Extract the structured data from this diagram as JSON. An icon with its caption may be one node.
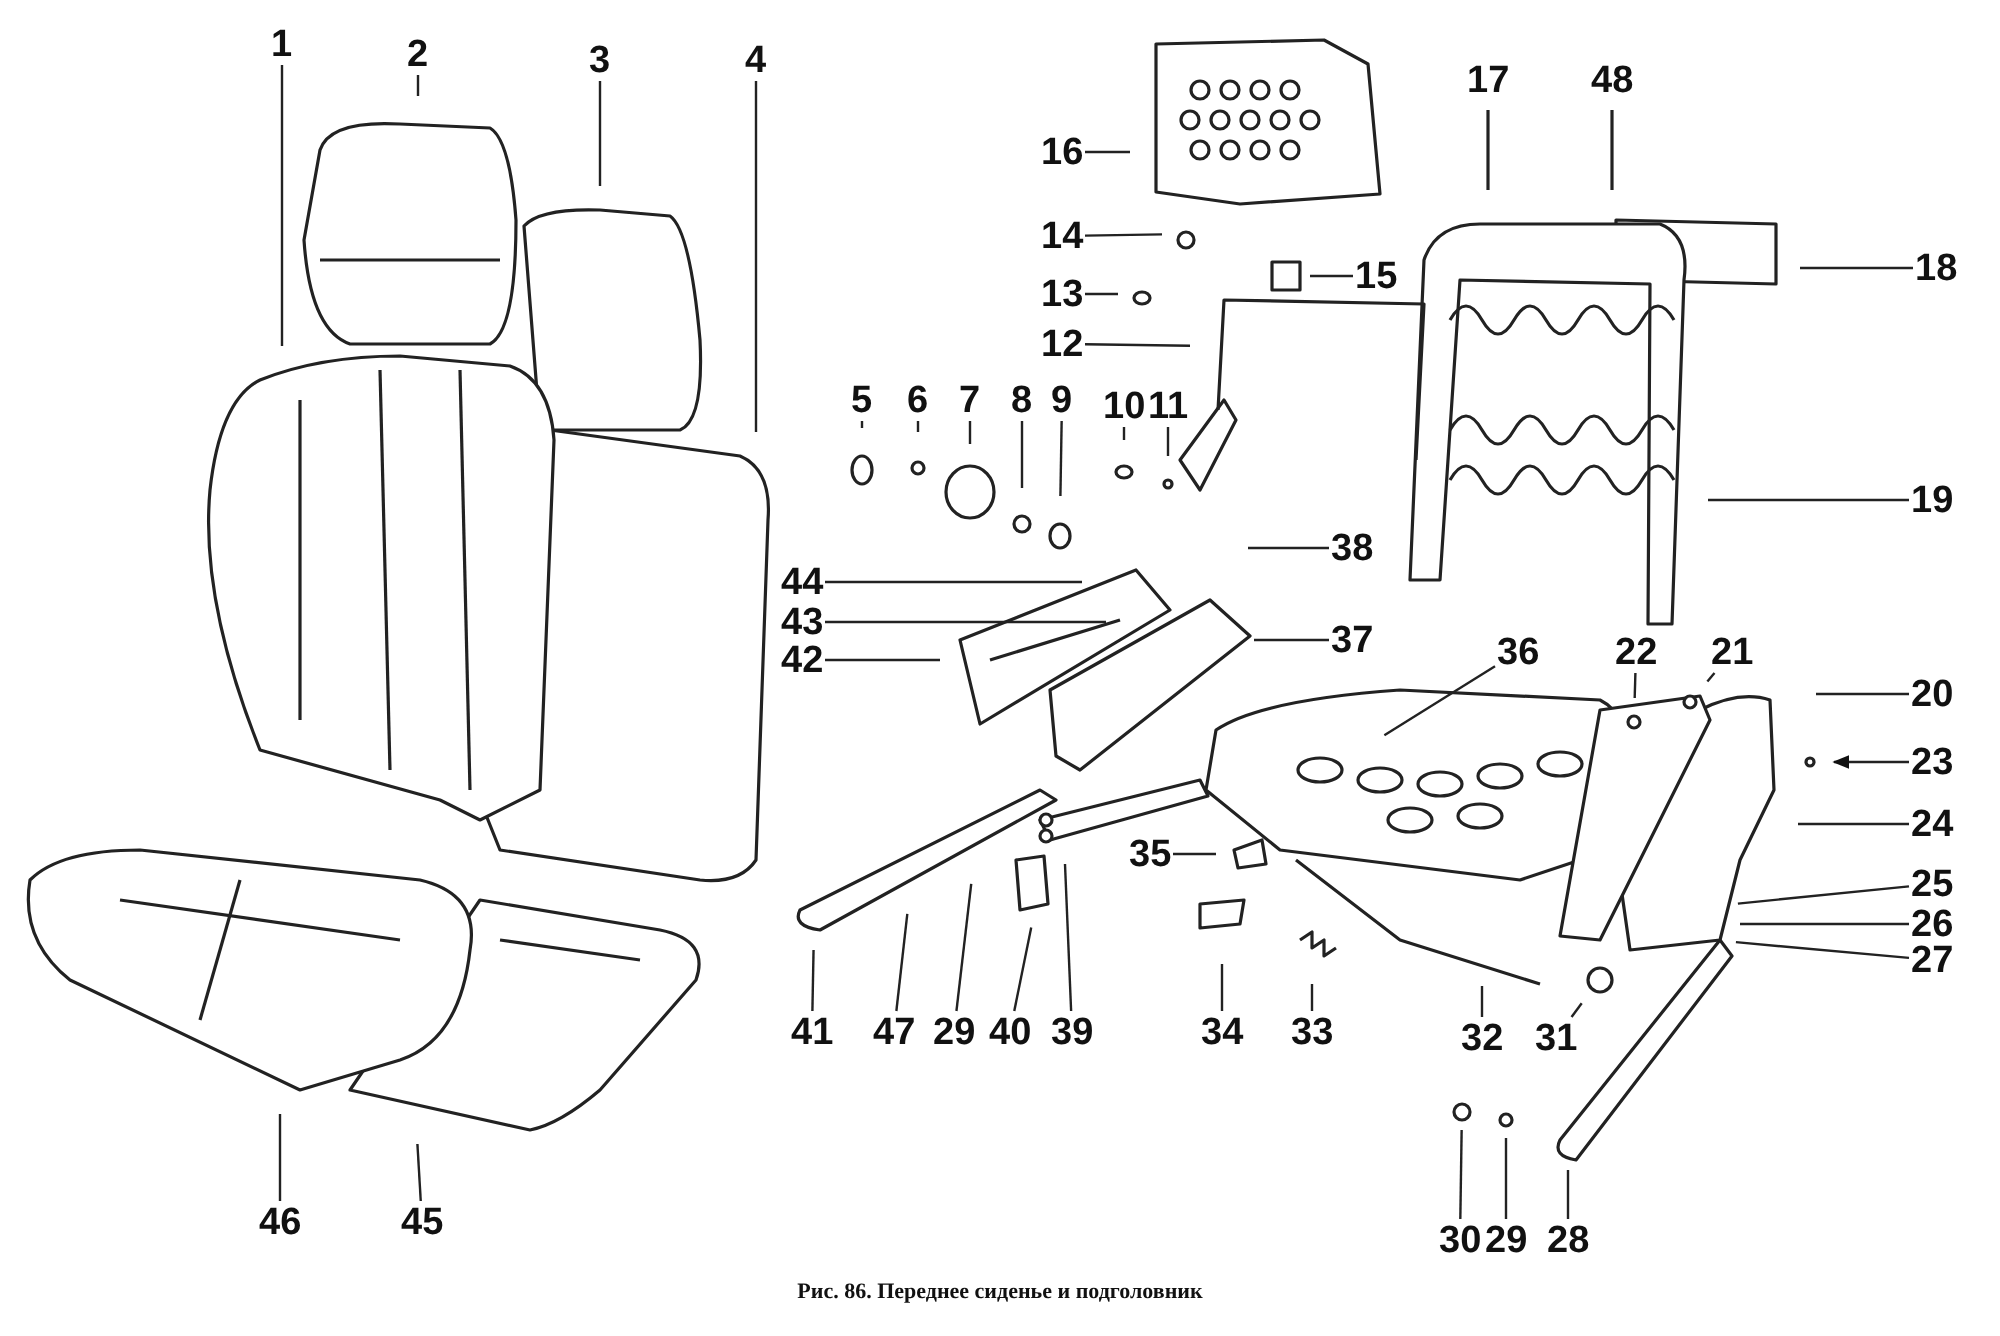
{
  "diagram": {
    "caption": "Рис. 86. Переднее сиденье и подголовник",
    "nodes": [
      {
        "text": [
          "1"
        ]
      },
      {
        "text": [
          "2"
        ]
      },
      {
        "text": [
          "3"
        ]
      },
      {
        "text": [
          "4"
        ]
      },
      {
        "text": [
          "17"
        ]
      },
      {
        "text": [
          "48"
        ]
      },
      {
        "text": [
          "16"
        ]
      },
      {
        "text": [
          "14"
        ]
      },
      {
        "text": [
          "18"
        ]
      },
      {
        "text": [
          "15"
        ]
      },
      {
        "text": [
          "13"
        ]
      },
      {
        "text": [
          "12"
        ]
      },
      {
        "text": [
          "5"
        ]
      },
      {
        "text": [
          "6"
        ]
      },
      {
        "text": [
          "7"
        ]
      },
      {
        "text": [
          "8"
        ]
      },
      {
        "text": [
          "9"
        ]
      },
      {
        "text": [
          "10"
        ]
      },
      {
        "text": [
          "11"
        ]
      },
      {
        "text": [
          "38"
        ]
      },
      {
        "text": [
          "19"
        ]
      },
      {
        "text": [
          "44"
        ]
      },
      {
        "text": [
          "43"
        ]
      },
      {
        "text": [
          "37"
        ]
      },
      {
        "text": [
          "42"
        ]
      },
      {
        "text": [
          "36"
        ]
      },
      {
        "text": [
          "22"
        ]
      },
      {
        "text": [
          "21"
        ]
      },
      {
        "text": [
          "20"
        ]
      },
      {
        "text": [
          "23"
        ]
      },
      {
        "text": [
          "24"
        ]
      },
      {
        "text": [
          "25"
        ]
      },
      {
        "text": [
          "26"
        ]
      },
      {
        "text": [
          "27"
        ]
      },
      {
        "text": [
          "35"
        ]
      },
      {
        "text": [
          "41"
        ]
      },
      {
        "text": [
          "47"
        ]
      },
      {
        "text": [
          "29"
        ]
      },
      {
        "text": [
          "40"
        ]
      },
      {
        "text": [
          "39"
        ]
      },
      {
        "text": [
          "34"
        ]
      },
      {
        "text": [
          "33"
        ]
      },
      {
        "text": [
          "32"
        ]
      },
      {
        "text": [
          "31"
        ]
      },
      {
        "text": [
          "46"
        ]
      },
      {
        "text": [
          "45"
        ]
      },
      {
        "text": [
          "30"
        ]
      },
      {
        "text": [
          "29"
        ]
      },
      {
        "text": [
          "28"
        ]
      }
    ],
    "edges": [
      {
        "from": 0,
        "to": null,
        "arrow": "none"
      },
      {
        "from": 1,
        "to": null,
        "arrow": "none"
      },
      {
        "from": 2,
        "to": null,
        "arrow": "none"
      },
      {
        "from": 3,
        "to": null,
        "arrow": "none"
      },
      {
        "from": 4,
        "to": null,
        "arrow": "none"
      },
      {
        "from": 5,
        "to": null,
        "arrow": "none"
      },
      {
        "from": 6,
        "to": null,
        "arrow": "none"
      },
      {
        "from": 7,
        "to": null,
        "arrow": "none"
      },
      {
        "from": 8,
        "to": null,
        "arrow": "none"
      },
      {
        "from": 9,
        "to": null,
        "arrow": "none"
      },
      {
        "from": 10,
        "to": null,
        "arrow": "none"
      },
      {
        "from": 11,
        "to": null,
        "arrow": "none"
      },
      {
        "from": 12,
        "to": null,
        "arrow": "none"
      },
      {
        "from": 13,
        "to": null,
        "arrow": "none"
      },
      {
        "from": 14,
        "to": null,
        "arrow": "none"
      },
      {
        "from": 15,
        "to": null,
        "arrow": "none"
      },
      {
        "from": 16,
        "to": null,
        "arrow": "none"
      },
      {
        "from": 17,
        "to": null,
        "arrow": "none"
      },
      {
        "from": 18,
        "to": null,
        "arrow": "none"
      },
      {
        "from": 19,
        "to": null,
        "arrow": "none"
      },
      {
        "from": 20,
        "to": null,
        "arrow": "none"
      },
      {
        "from": 21,
        "to": null,
        "arrow": "none"
      },
      {
        "from": 22,
        "to": null,
        "arrow": "none"
      },
      {
        "from": 23,
        "to": null,
        "arrow": "none"
      },
      {
        "from": 24,
        "to": null,
        "arrow": "none"
      },
      {
        "from": 25,
        "to": null,
        "arrow": "none"
      },
      {
        "from": 26,
        "to": null,
        "arrow": "none"
      },
      {
        "from": 27,
        "to": null,
        "arrow": "none"
      },
      {
        "from": 28,
        "to": null,
        "arrow": "none"
      },
      {
        "from": 29,
        "to": null,
        "arrow": "to"
      },
      {
        "from": 30,
        "to": null,
        "arrow": "none"
      },
      {
        "from": 31,
        "to": null,
        "arrow": "none"
      },
      {
        "from": 32,
        "to": null,
        "arrow": "none"
      },
      {
        "from": 33,
        "to": null,
        "arrow": "none"
      },
      {
        "from": 34,
        "to": null,
        "arrow": "none"
      },
      {
        "from": 35,
        "to": null,
        "arrow": "none"
      },
      {
        "from": 36,
        "to": null,
        "arrow": "none"
      },
      {
        "from": 37,
        "to": null,
        "arrow": "none"
      },
      {
        "from": 38,
        "to": null,
        "arrow": "none"
      },
      {
        "from": 39,
        "to": null,
        "arrow": "none"
      },
      {
        "from": 40,
        "to": null,
        "arrow": "none"
      },
      {
        "from": 41,
        "to": null,
        "arrow": "none"
      },
      {
        "from": 42,
        "to": null,
        "arrow": "none"
      },
      {
        "from": 43,
        "to": null,
        "arrow": "none"
      },
      {
        "from": 44,
        "to": null,
        "arrow": "none"
      },
      {
        "from": 45,
        "to": null,
        "arrow": "none"
      },
      {
        "from": 46,
        "to": null,
        "arrow": "none"
      },
      {
        "from": 47,
        "to": null,
        "arrow": "none"
      },
      {
        "from": 48,
        "to": null,
        "arrow": "none"
      }
    ]
  }
}
